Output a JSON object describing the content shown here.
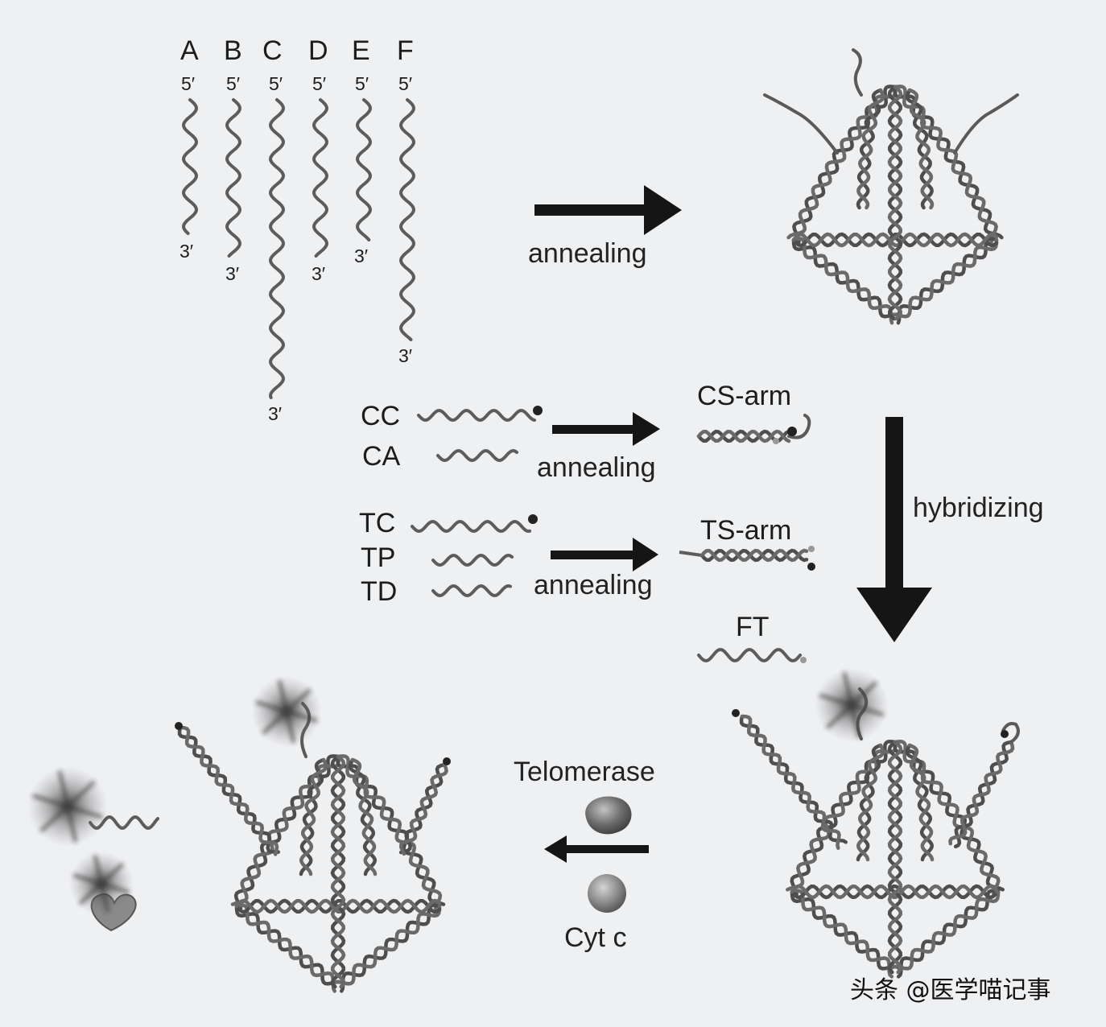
{
  "strands": {
    "labels": [
      "A",
      "B",
      "C",
      "D",
      "E",
      "F"
    ],
    "five_prime": "5′",
    "three_prime": "3′"
  },
  "steps": {
    "annealing_1": "annealing",
    "annealing_2": "annealing",
    "annealing_3": "annealing",
    "hybridizing": "hybridizing"
  },
  "arms": {
    "cc": "CC",
    "ca": "CA",
    "cs_arm": "CS-arm",
    "tc": "TC",
    "tp": "TP",
    "td": "TD",
    "ts_arm": "TS-arm",
    "ft": "FT"
  },
  "detection": {
    "telomerase": "Telomerase",
    "cyt_c": "Cyt c"
  },
  "watermark": "头条 @医学喵记事",
  "colors": {
    "background": "#eff0f2",
    "strand": "#5c5c5c",
    "arrow": "#151515",
    "text": "#1c1c1c"
  }
}
